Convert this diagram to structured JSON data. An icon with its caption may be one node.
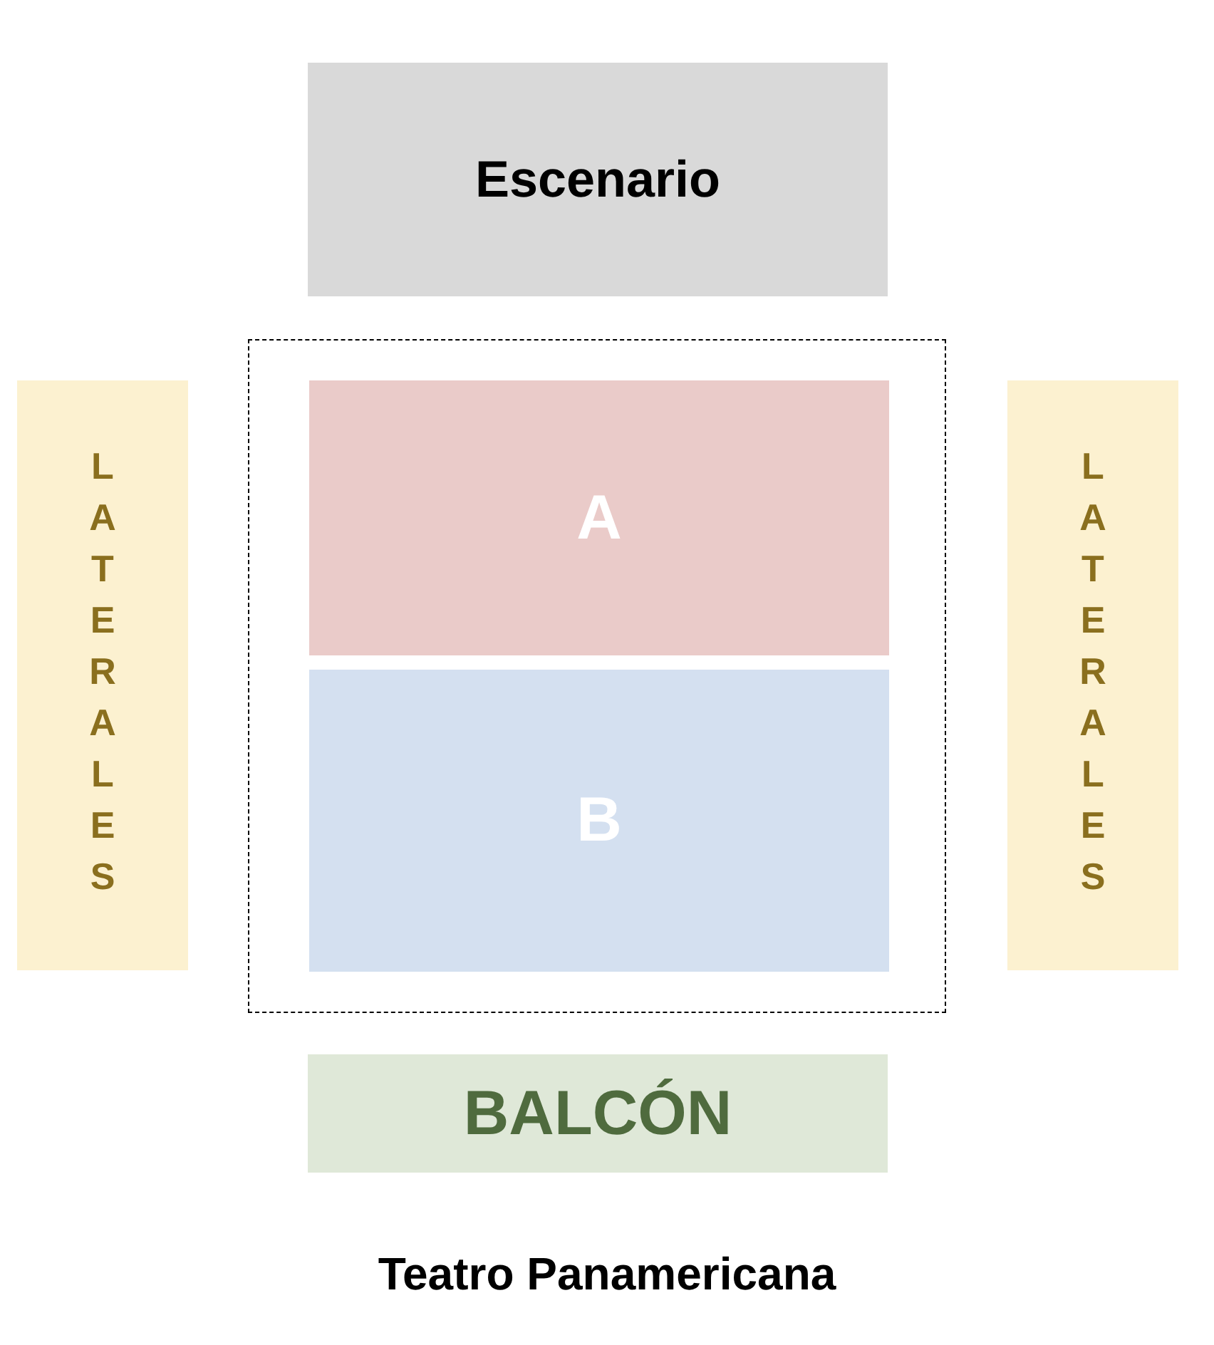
{
  "diagram": {
    "caption": "Teatro Panamericana",
    "nodes": [
      {
        "text": [
          "Escenario"
        ]
      },
      {
        "text": [
          "LATERALES"
        ]
      },
      {
        "text": [],
        "shape": "box"
      },
      {
        "text": [
          "A"
        ],
        "in": 2
      },
      {
        "text": [
          "B"
        ],
        "in": 2
      },
      {
        "text": [
          "LATERALES"
        ]
      },
      {
        "text": [
          "BALCÓN"
        ]
      }
    ],
    "edges": []
  }
}
